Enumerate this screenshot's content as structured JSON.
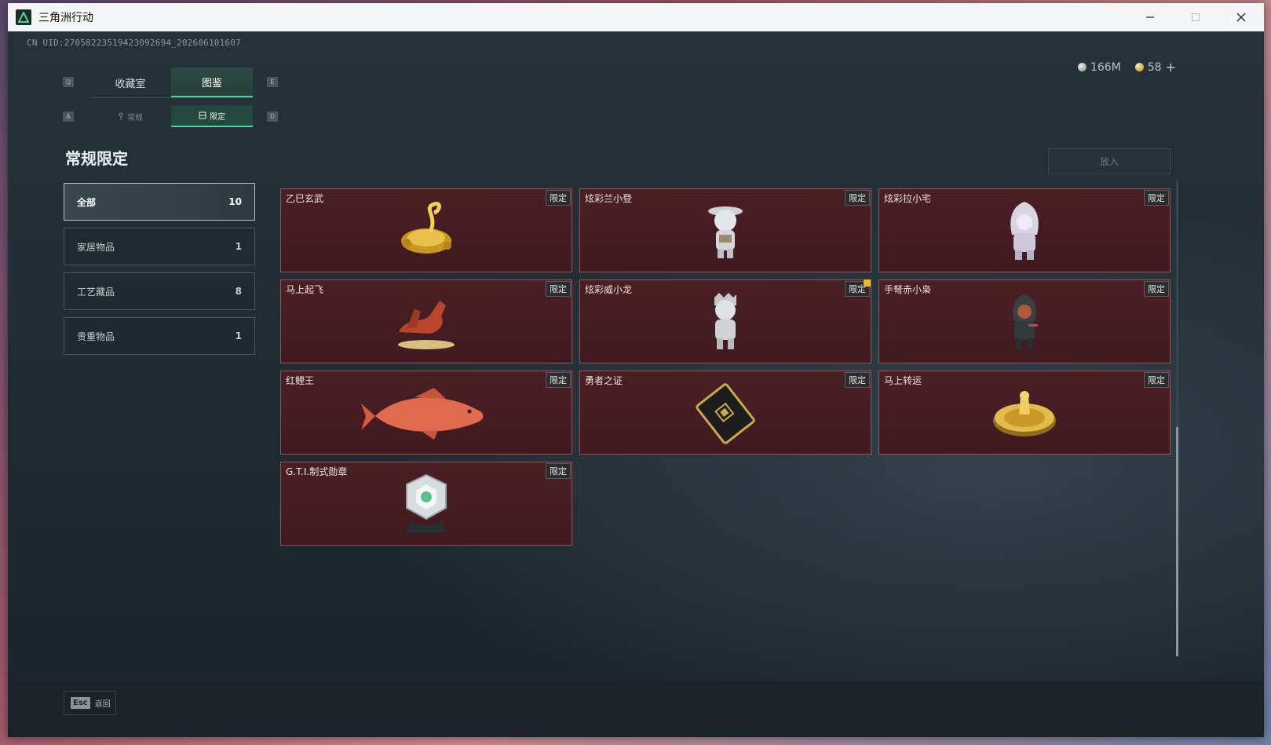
{
  "window": {
    "title": "三角洲行动"
  },
  "uid": "CN UID:270582235194230926​94_202606101607",
  "currency": [
    {
      "icon": "silver-coin-icon",
      "value": "166M"
    },
    {
      "icon": "gold-coin-icon",
      "value": "58"
    }
  ],
  "tabs_primary": [
    {
      "label": "收藏室",
      "active": false
    },
    {
      "label": "图鉴",
      "active": true
    }
  ],
  "tabs_secondary": [
    {
      "label": "常规",
      "active": false
    },
    {
      "label": "限定",
      "active": true
    }
  ],
  "key_hints": {
    "prev_primary": "Q",
    "next_primary": "E",
    "prev_secondary": "A",
    "next_secondary": "D"
  },
  "page_title": "常规限定",
  "put_button": "放入",
  "categories": [
    {
      "label": "全部",
      "count": "10",
      "active": true
    },
    {
      "label": "家居物品",
      "count": "1",
      "active": false
    },
    {
      "label": "工艺藏品",
      "count": "8",
      "active": false
    },
    {
      "label": "贵重物品",
      "count": "1",
      "active": false
    }
  ],
  "items": [
    {
      "name": "乙巳玄武",
      "badge": "限定",
      "icon": "golden-serpent-turtle-icon"
    },
    {
      "name": "炫彩兰小登",
      "badge": "限定",
      "icon": "figurine-icon"
    },
    {
      "name": "炫彩拉小宅",
      "badge": "限定",
      "icon": "hooded-figurine-icon"
    },
    {
      "name": "马上起飞",
      "badge": "限定",
      "icon": "horse-statue-icon"
    },
    {
      "name": "炫彩威小龙",
      "badge": "限定",
      "icon": "figurine-icon"
    },
    {
      "name": "手弩赤小枭",
      "badge": "限定",
      "icon": "hooded-figurine-icon"
    },
    {
      "name": "红鲤王",
      "badge": "限定",
      "icon": "carp-fish-icon"
    },
    {
      "name": "勇者之证",
      "badge": "限定",
      "icon": "card-icon"
    },
    {
      "name": "马上转运",
      "badge": "限定",
      "icon": "golden-wheel-icon"
    },
    {
      "name": "G.T.I.制式勋章",
      "badge": "限定",
      "icon": "medal-icon"
    }
  ],
  "footer": {
    "esc_key": "Esc",
    "esc_label": "返回"
  },
  "colors": {
    "accent": "#4cd39a",
    "card_bg": "#4a1f24",
    "card_border": "#8a5a60",
    "notify": "#e6b53a"
  }
}
